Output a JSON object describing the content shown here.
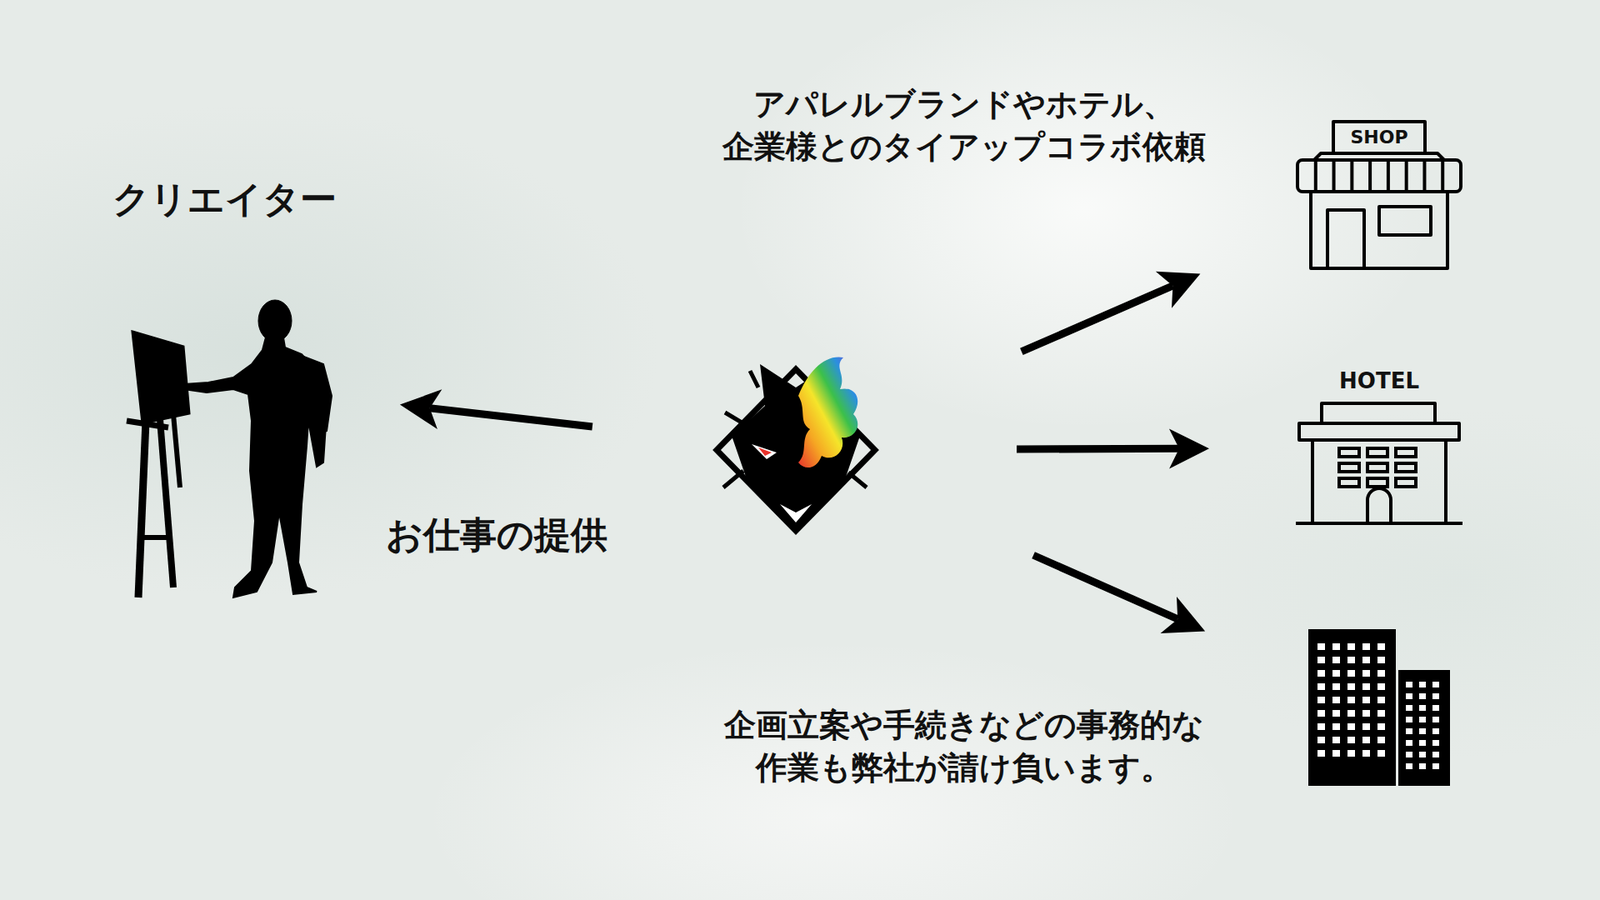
{
  "diagram": {
    "nodes": [
      {
        "text": [
          "クリエイター"
        ]
      },
      {
        "text": []
      },
      {
        "text": [
          "SHOP"
        ]
      },
      {
        "text": [
          "HOTEL"
        ]
      },
      {
        "text": []
      }
    ],
    "edges": [
      {
        "from": 1,
        "to": 0,
        "arrow": "to",
        "label": "お仕事の提供"
      },
      {
        "from": 1,
        "to": 2,
        "arrow": "to"
      },
      {
        "from": 1,
        "to": 3,
        "arrow": "to"
      },
      {
        "from": 1,
        "to": 4,
        "arrow": "to"
      }
    ],
    "labels": [
      "アパレルブランドやホテル、 企業様とのタイアップコラボ依頼",
      "企画立案や手続きなどの事務的な 作業も弊社が請け負います。"
    ]
  }
}
